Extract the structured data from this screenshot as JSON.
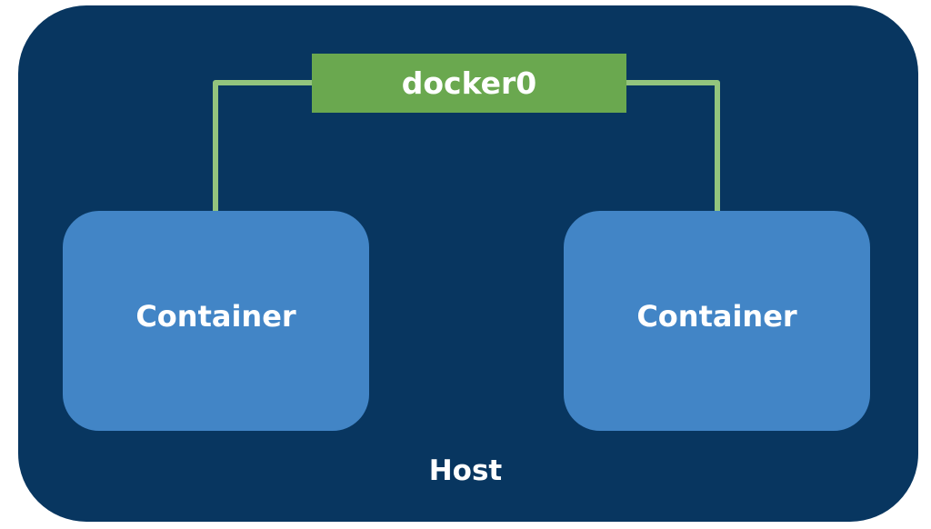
{
  "host": {
    "label": "Host"
  },
  "bridge": {
    "label": "docker0"
  },
  "containers": [
    {
      "label": "Container"
    },
    {
      "label": "Container"
    }
  ],
  "colors": {
    "host_bg": "#083660",
    "bridge_bg": "#6aa84f",
    "container_bg": "#4285c6",
    "link_line": "#93c47d",
    "text": "#ffffff"
  }
}
